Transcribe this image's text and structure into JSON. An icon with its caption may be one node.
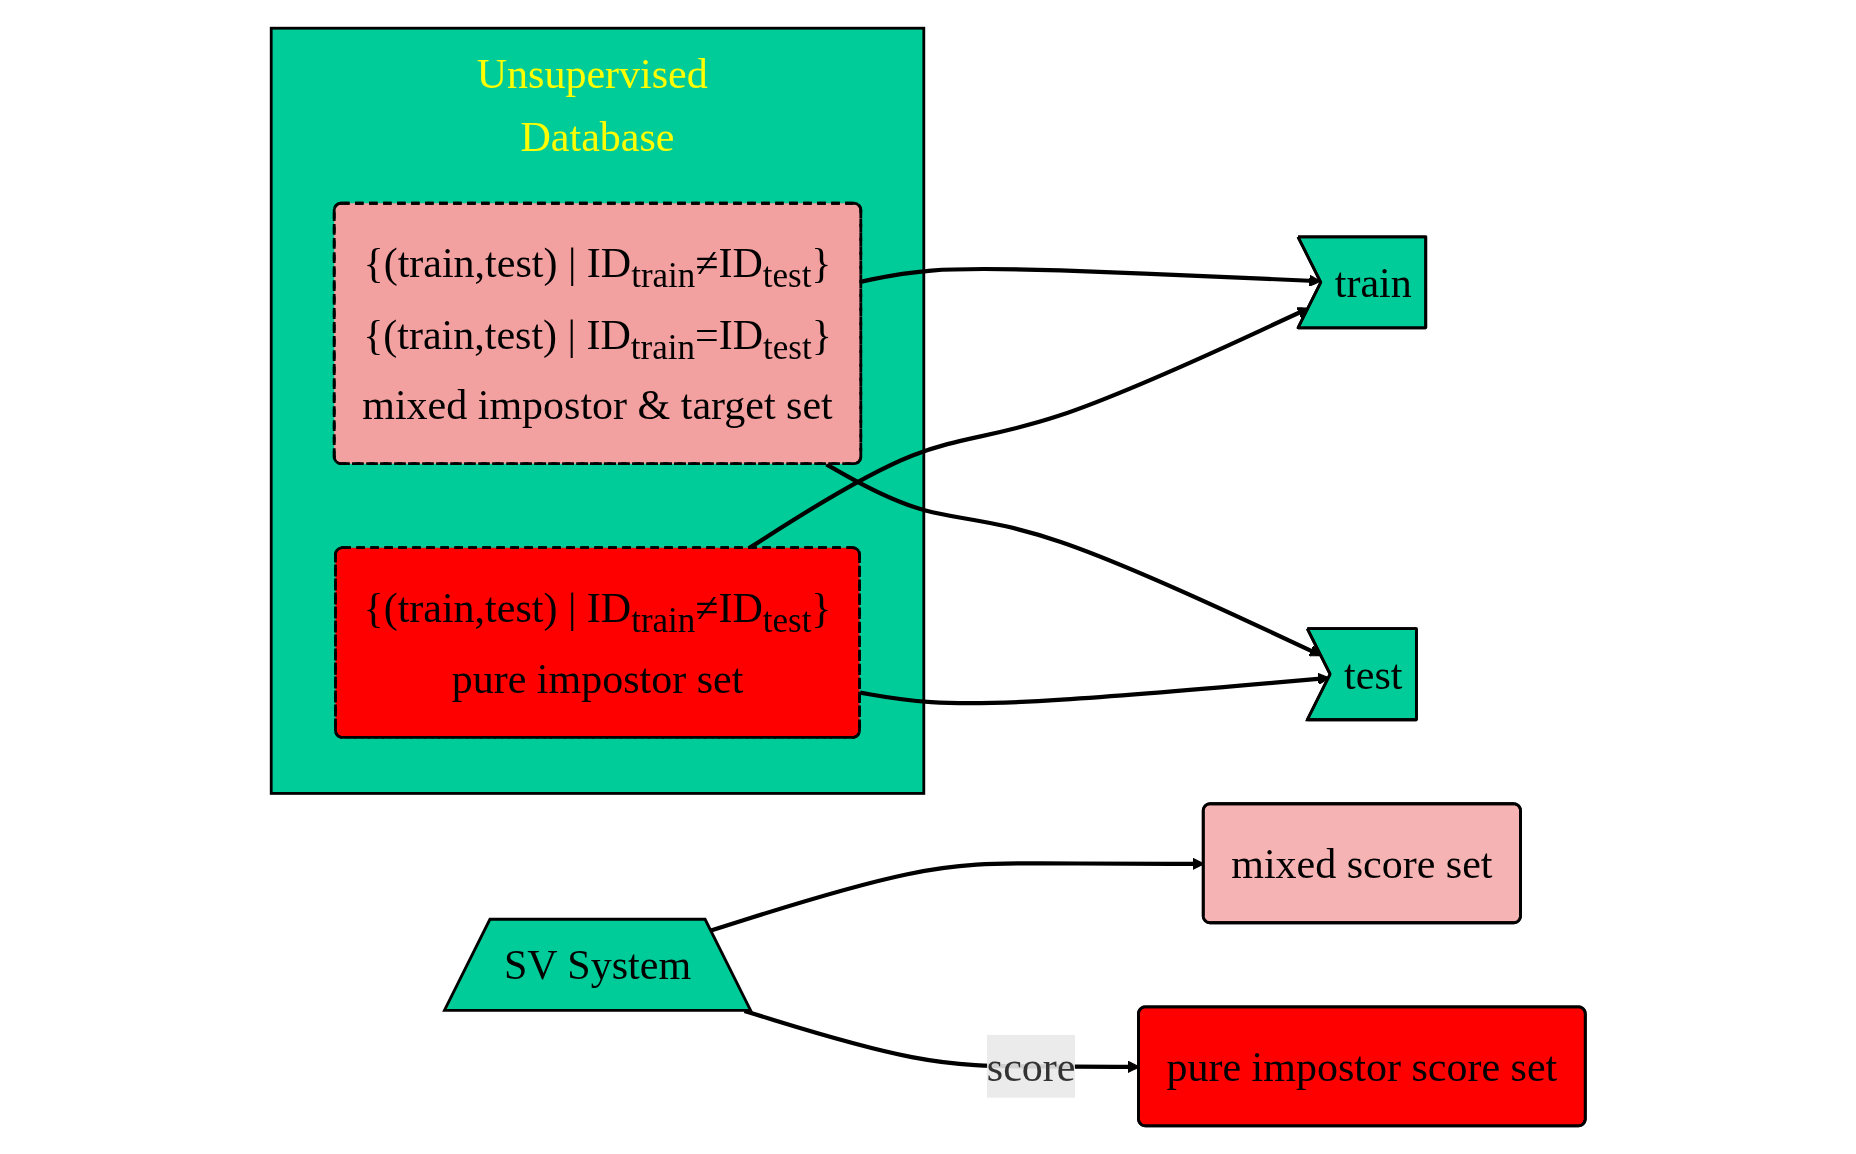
{
  "diagram": {
    "nodes": [
      {
        "text": [
          "Unsupervised Database"
        ]
      },
      {
        "text": [
          "{(train,test) | ID$_{train}$≠ID$_{test}$}",
          "{(train,test) | ID$_{train}$=ID$_{test}$}",
          "mixed impostor & target set"
        ],
        "in": 0
      },
      {
        "text": [
          "{(train,test) | ID$_{train}$≠ID$_{test}$}",
          "pure impostor set"
        ],
        "in": 0
      },
      {
        "text": [
          "train"
        ]
      },
      {
        "text": [
          "test"
        ]
      },
      {
        "text": [
          "SV System"
        ]
      },
      {
        "text": [
          "mixed score set"
        ]
      },
      {
        "text": [
          "pure impostor score set"
        ]
      }
    ],
    "edges": [
      {
        "from": 1,
        "to": 3,
        "arrow": "to"
      },
      {
        "from": 1,
        "to": 4,
        "arrow": "to"
      },
      {
        "from": 2,
        "to": 3,
        "arrow": "to"
      },
      {
        "from": 2,
        "to": 4,
        "arrow": "to"
      },
      {
        "from": 5,
        "to": 6,
        "arrow": "to"
      },
      {
        "from": 5,
        "to": 7,
        "label": "score",
        "arrow": "to"
      }
    ]
  }
}
